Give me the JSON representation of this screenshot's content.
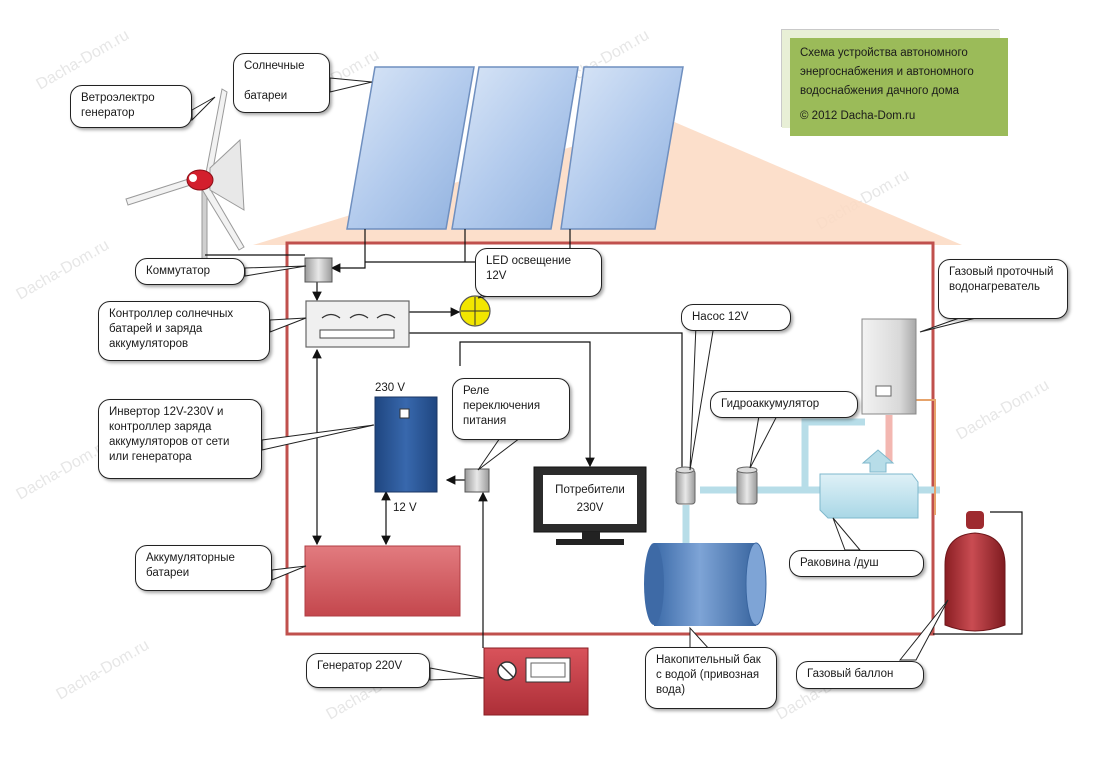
{
  "info_box": {
    "title": "Схема устройства автономного энергоснабжения и автономного водоснабжения дачного дома",
    "copyright": "© 2012 Dacha-Dom.ru"
  },
  "watermark": "Dacha-Dom.ru",
  "callouts": {
    "wind": "Ветроэлектро генератор",
    "solar": "Солнечные\n\nбатареи",
    "commutator": "Коммутатор",
    "controller": "Контроллер солнечных батарей и заряда аккумуляторов",
    "inverter": "Инвертор 12V-230V и контроллер заряда аккумуляторов от сети или генератора",
    "batteries": "Аккумуляторные батареи",
    "generator": "Генератор 220V",
    "led": "LED освещение 12V",
    "relay": "Реле переключения питания",
    "pump": "Насос 12V",
    "hydro": "Гидроаккумулятор",
    "water_heater": "Газовый проточный водонагреватель",
    "sink": "Раковина /душ",
    "gas_bottle": "Газовый баллон",
    "tank": "Накопительный бак с водой (привозная вода)"
  },
  "labels": {
    "v230": "230 V",
    "v12": "12 V",
    "consumers": "Потребители\n230V"
  },
  "colors": {
    "house_outline": "#c0504d",
    "roof_fill": "#fbd9c2",
    "solar_panel": "#b9d1ee",
    "inverter": "#2e5b9e",
    "battery": "#d45a5f",
    "generator": "#c73a44",
    "led_lamp": "#f2e600",
    "tank": "#4f81bd",
    "pipe": "#b7dde8",
    "gas_bottle": "#a62a2f",
    "info_box": "#9bbb59"
  }
}
